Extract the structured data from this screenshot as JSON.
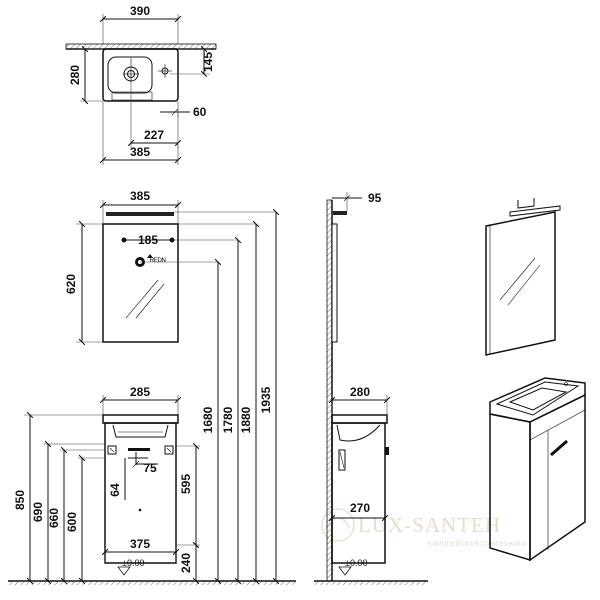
{
  "top_view": {
    "width_total": "390",
    "depth": "280",
    "depth_inner": "145",
    "offset_60": "60",
    "offset_227": "227",
    "width_385": "385"
  },
  "mirror_front": {
    "width": "385",
    "spacing": "185",
    "height": "620",
    "h1680": "1680",
    "h1780": "1780",
    "h1880": "1880",
    "h1935": "1935"
  },
  "cabinet_front": {
    "basin_width": "285",
    "d75": "75",
    "d64": "64",
    "h595": "595",
    "h850": "850",
    "h690": "690",
    "h660": "660",
    "h600": "600",
    "width_375": "375",
    "h240": "240",
    "floor": "±0.00"
  },
  "side_view": {
    "mirror_depth": "95",
    "cab_depth": "280",
    "cab_inner": "270",
    "floor": "±0.00"
  },
  "watermark": {
    "brand": "LUX-SANTEH",
    "tagline": "ЕВРОПЕЙСКАЯ САНТЕХНИКА"
  }
}
